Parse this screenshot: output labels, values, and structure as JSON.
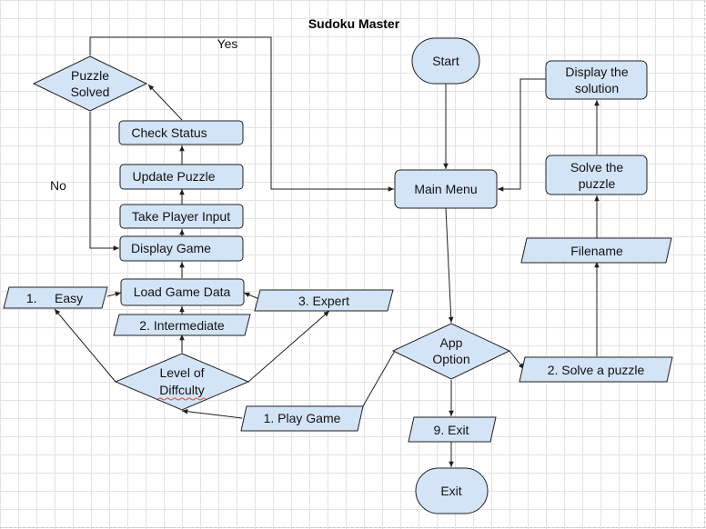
{
  "title": "Sudoku Master",
  "nodes": {
    "start": "Start",
    "main_menu": "Main Menu",
    "app_option": [
      "App",
      "Option"
    ],
    "play_game": "1. Play Game",
    "solve_puzzle_opt": "2. Solve a puzzle",
    "exit_opt": "9. Exit",
    "exit": "Exit",
    "filename": "Filename",
    "solve_the_puzzle": [
      "Solve the",
      "puzzle"
    ],
    "display_solution": [
      "Display the",
      "solution"
    ],
    "level": [
      "Level of",
      "Diffculty"
    ],
    "easy": "1.     Easy",
    "intermediate": "2. Intermediate",
    "expert": "3. Expert",
    "load_game_data": "Load Game Data",
    "display_game": "Display Game",
    "take_player_input": "Take Player Input",
    "update_puzzle": "Update Puzzle",
    "check_status": "Check Status",
    "puzzle_solved": [
      "Puzzle",
      "Solved"
    ]
  },
  "edge_labels": {
    "yes": "Yes",
    "no": "No"
  },
  "colors": {
    "shape_fill": "#d4e4f7",
    "stroke": "#1f1f1f",
    "grid": "#e3e3e3"
  }
}
